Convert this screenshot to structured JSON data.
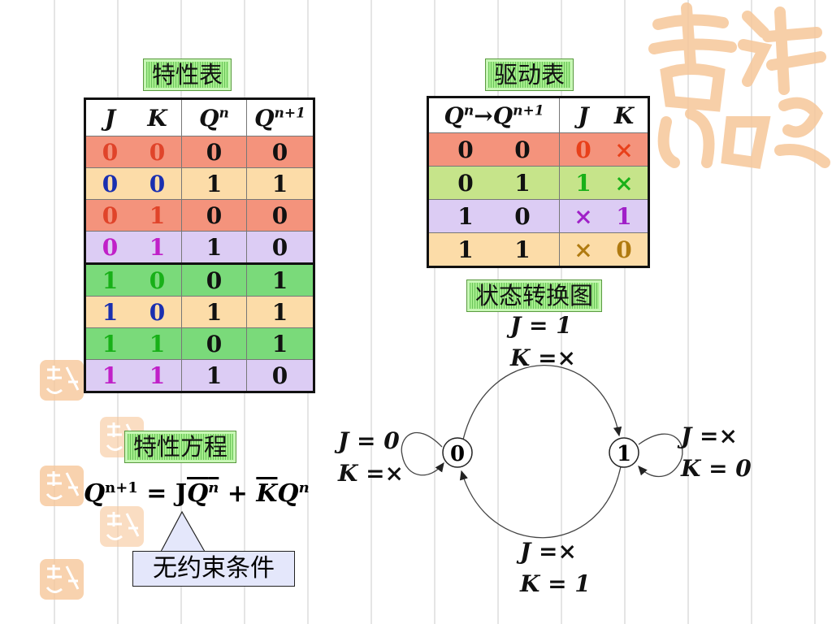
{
  "char_table": {
    "title": "特性表",
    "headers": {
      "j": "J",
      "k": "K",
      "qn": "Q",
      "qn_sup": "n",
      "qn1": "Q",
      "qn1_sup": "n+1"
    },
    "rows": [
      {
        "j": "0",
        "k": "0",
        "qn": "0",
        "qn1": "0",
        "bg": "#f4937c",
        "jk_color": "#e0442a"
      },
      {
        "j": "0",
        "k": "0",
        "qn": "1",
        "qn1": "1",
        "bg": "#fcdca8",
        "jk_color": "#1a2fb0"
      },
      {
        "j": "0",
        "k": "1",
        "qn": "0",
        "qn1": "0",
        "bg": "#f4937c",
        "jk_color": "#e0442a"
      },
      {
        "j": "0",
        "k": "1",
        "qn": "1",
        "qn1": "0",
        "bg": "#dcccf4",
        "jk_color": "#c020c8"
      },
      {
        "j": "1",
        "k": "0",
        "qn": "0",
        "qn1": "1",
        "bg": "#7ada7a",
        "jk_color": "#18b018"
      },
      {
        "j": "1",
        "k": "0",
        "qn": "1",
        "qn1": "1",
        "bg": "#fcdca8",
        "jk_color": "#1a2fb0"
      },
      {
        "j": "1",
        "k": "1",
        "qn": "0",
        "qn1": "1",
        "bg": "#7ada7a",
        "jk_color": "#18b018"
      },
      {
        "j": "1",
        "k": "1",
        "qn": "1",
        "qn1": "0",
        "bg": "#dcccf4",
        "jk_color": "#c020c8"
      }
    ]
  },
  "drive_table": {
    "title": "驱动表",
    "headers": {
      "q": "Q",
      "q_sup": "n",
      "arrow": "→",
      "q2": "Q",
      "q2_sup": "n+1",
      "j": "J",
      "k": "K"
    },
    "rows": [
      {
        "qa": "0",
        "qb": "0",
        "j": "0",
        "k": "×",
        "bg": "#f4937c",
        "j_color": "#e8401a",
        "k_color": "#e8401a"
      },
      {
        "qa": "0",
        "qb": "1",
        "j": "1",
        "k": "×",
        "bg": "#c6e48a",
        "j_color": "#18b018",
        "k_color": "#18b018"
      },
      {
        "qa": "1",
        "qb": "0",
        "j": "×",
        "k": "1",
        "bg": "#dcccf4",
        "j_color": "#a020c8",
        "k_color": "#a020c8"
      },
      {
        "qa": "1",
        "qb": "1",
        "j": "×",
        "k": "0",
        "bg": "#fcdca8",
        "j_color": "#b07a10",
        "k_color": "#b07a10"
      }
    ]
  },
  "state_diagram": {
    "title": "状态转换图",
    "state0": "0",
    "state1": "1",
    "top_j": "J = 1",
    "top_k": "K =×",
    "bottom_j": "J =×",
    "bottom_k": "K = 1",
    "left_j": "J = 0",
    "left_k": "K =×",
    "right_j": "J =×",
    "right_k": "K = 0"
  },
  "equation": {
    "title": "特性方程",
    "lhs": "Q",
    "lhs_sup": "n+1",
    "eq": " = J",
    "q1": "Q",
    "q1_sup": "n",
    "plus": " + ",
    "k": "K",
    "q2": "Q",
    "q2_sup": "n",
    "callout": "无约束条件"
  }
}
